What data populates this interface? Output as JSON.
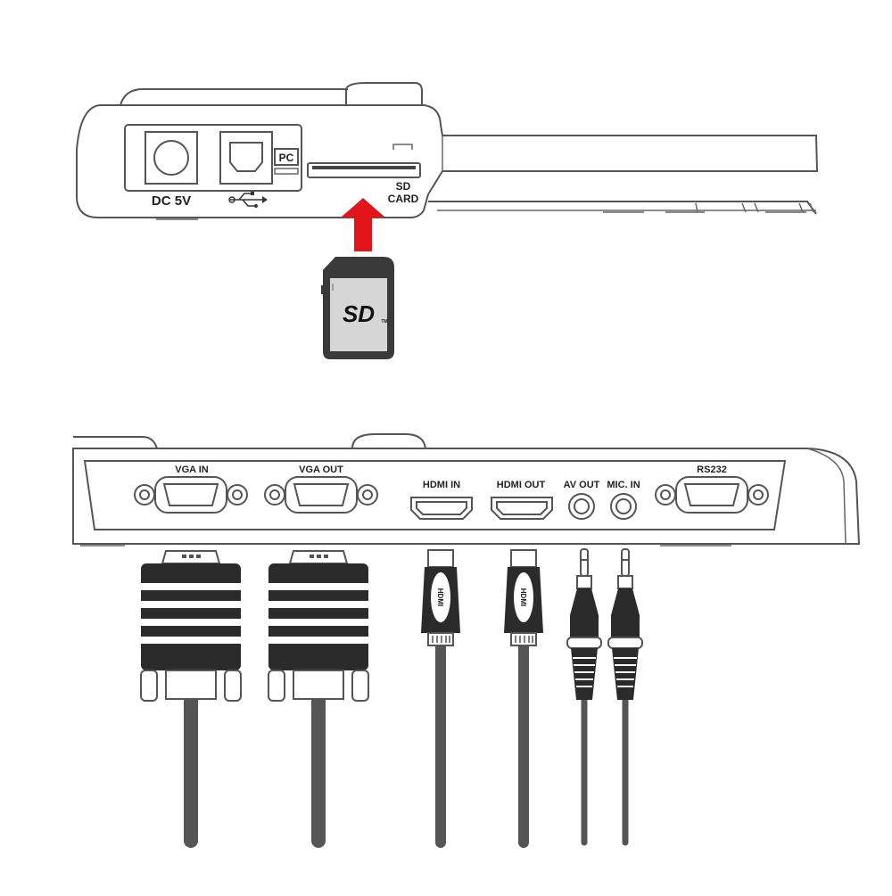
{
  "side_panel": {
    "dc_label": "DC  5V",
    "pc_label": "PC",
    "sd_label_line1": "SD",
    "sd_label_line2": "CARD"
  },
  "sd_card": {
    "logo_text": "SD",
    "tm_text": "TM"
  },
  "rear_panel": {
    "ports": [
      {
        "label": "VGA  IN"
      },
      {
        "label": "VGA  OUT"
      },
      {
        "label": "HDMI  IN"
      },
      {
        "label": "HDMI OUT"
      },
      {
        "label": "AV OUT"
      },
      {
        "label": "MIC. IN"
      },
      {
        "label": "RS232"
      }
    ]
  },
  "cables": {
    "hdmi_plug_text": "HDMI"
  },
  "colors": {
    "arrow": "#e3151b",
    "sd_card_face": "#d6d6d6",
    "sd_card_body": "#3a3a3a",
    "outline": "#555555"
  }
}
